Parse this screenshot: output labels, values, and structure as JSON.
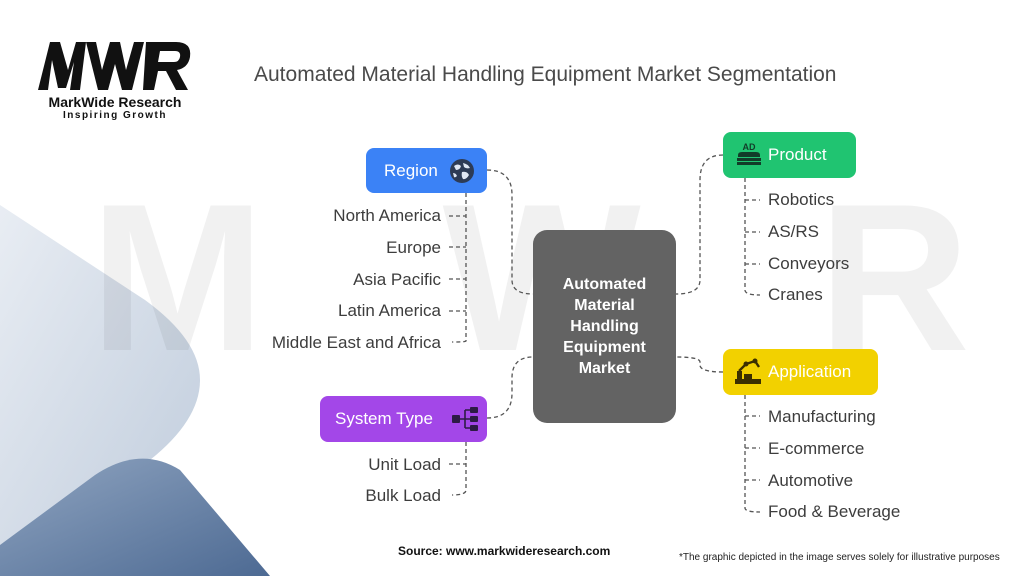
{
  "logo": {
    "mark": "MWR",
    "name": "MarkWide Research",
    "tagline": "Inspiring Growth"
  },
  "title": "Automated Material Handling Equipment Market Segmentation",
  "center": {
    "label": "Automated Material Handling Equipment Market",
    "color": "#636363"
  },
  "segments": {
    "region": {
      "label": "Region",
      "color": "#3b82f6",
      "icon": "globe-icon",
      "items": [
        "North America",
        "Europe",
        "Asia Pacific",
        "Latin America",
        "Middle East and Africa"
      ]
    },
    "system_type": {
      "label": "System Type",
      "color": "#a347e8",
      "icon": "hierarchy-icon",
      "items": [
        "Unit Load",
        "Bulk Load"
      ]
    },
    "product": {
      "label": "Product",
      "color": "#20c471",
      "icon": "agv-vehicle-icon",
      "icon_text": "AD",
      "items": [
        "Robotics",
        "AS/RS",
        "Conveyors",
        "Cranes"
      ]
    },
    "application": {
      "label": "Application",
      "color": "#f2d100",
      "icon": "factory-robot-icon",
      "items": [
        "Manufacturing",
        "E-commerce",
        "Automotive",
        "Food & Beverage"
      ]
    }
  },
  "footer": {
    "source": "Source: www.markwideresearch.com",
    "note": "*The graphic depicted in the image serves solely for illustrative purposes"
  }
}
